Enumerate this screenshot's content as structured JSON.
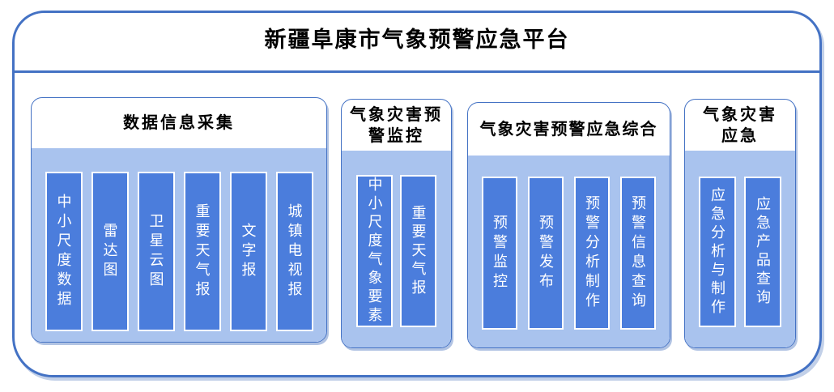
{
  "title": "新疆阜康市气象预警应急平台",
  "colors": {
    "border": "#4472C4",
    "panel_body": "#A9C3EE",
    "column_fill": "#4B7DDC",
    "column_text": "#FFFFFF",
    "title_text": "#000000"
  },
  "sections": [
    {
      "header": "数据信息采集",
      "items": [
        "中小尺度数据",
        "雷达图",
        "卫星云图",
        "重要天气报",
        "文字报",
        "城镇电视报"
      ]
    },
    {
      "header": "气象灾害预\n警监控",
      "items": [
        "中小尺度气象要素",
        "重要天气报"
      ]
    },
    {
      "header": "气象灾害预警应急综合",
      "items": [
        "预警监控",
        "预警发布",
        "预警分析制作",
        "预警信息查询"
      ]
    },
    {
      "header": "气象灾害\n应急",
      "items": [
        "应急分析与制作",
        "应急产品查询"
      ]
    }
  ]
}
